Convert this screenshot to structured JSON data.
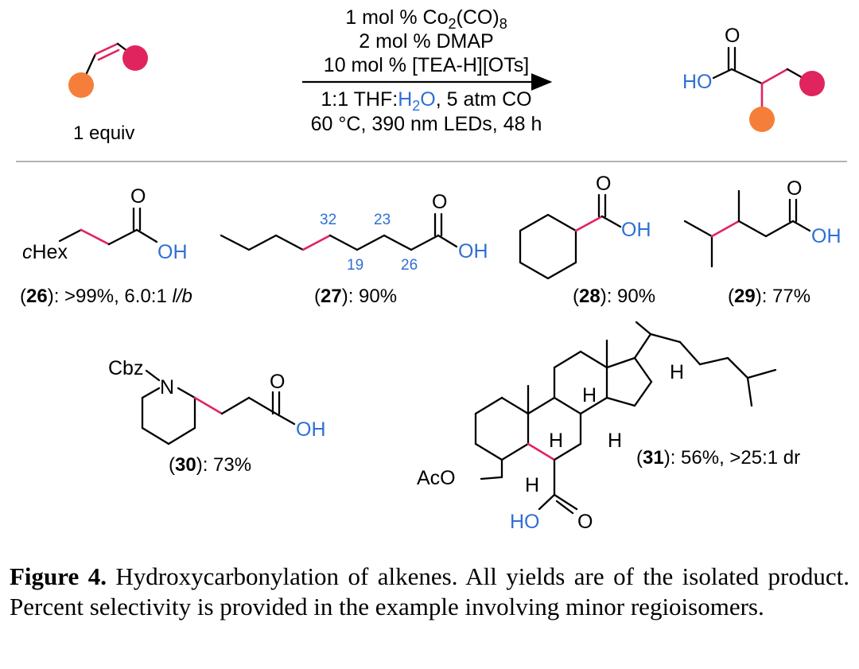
{
  "scheme": {
    "reactant_label": "1 equiv",
    "conditions_above": [
      "2 mol % DMAP",
      "10 mol % [TEA-H][OTs]"
    ],
    "cond1": {
      "pre": "1 mol % Co",
      "sub1": "2",
      "mid": "(CO)",
      "sub2": "8"
    },
    "cond2": {
      "pre": "1:1 THF:",
      "h": "H",
      "sub": "2",
      "o": "O",
      "post": ", 5 atm CO"
    },
    "conditions_below": [
      "60 °C, 390 nm LEDs, 48 h"
    ],
    "product_oh": "HO"
  },
  "atoms": {
    "O": "O",
    "OH": "OH",
    "HO": "HO",
    "N": "N",
    "H": "H",
    "cHex_c": "c",
    "cHex_rest": "Hex",
    "Cbz": "Cbz",
    "AcO": "AcO"
  },
  "compounds": [
    {
      "id": "26",
      "text": ": >99%, 6.0:1 ",
      "extra": "l/b"
    },
    {
      "id": "27",
      "text": ": 90%"
    },
    {
      "id": "28",
      "text": ": 90%"
    },
    {
      "id": "29",
      "text": ": 77%"
    },
    {
      "id": "30",
      "text": ": 73%"
    },
    {
      "id": "31",
      "text": ": 56%, >25:1 dr"
    }
  ],
  "selectivity_27": [
    "32",
    "23",
    "19",
    "26"
  ],
  "caption": {
    "label": "Figure 4.",
    "text": " Hydroxycarbonylation of alkenes. All yields are of the isolated product. Percent selectivity is provided in the example involving minor regioisomers."
  },
  "colors": {
    "red_dot": "#e0245e",
    "orange_dot": "#f57f3a",
    "blue_text": "#2f6fd6",
    "divider": "#b3b3b3"
  }
}
